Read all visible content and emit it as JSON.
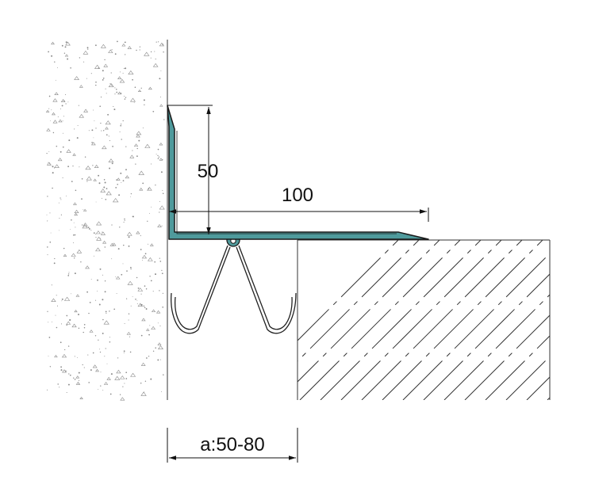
{
  "dimensions": {
    "height_label": "50",
    "width_label": "100",
    "gap_label": "a:50-80"
  },
  "colors": {
    "profile_fill": "#4f9a9c",
    "profile_stroke": "#1a1a1a",
    "line": "#111111",
    "speckle": "#8a8a8a"
  }
}
